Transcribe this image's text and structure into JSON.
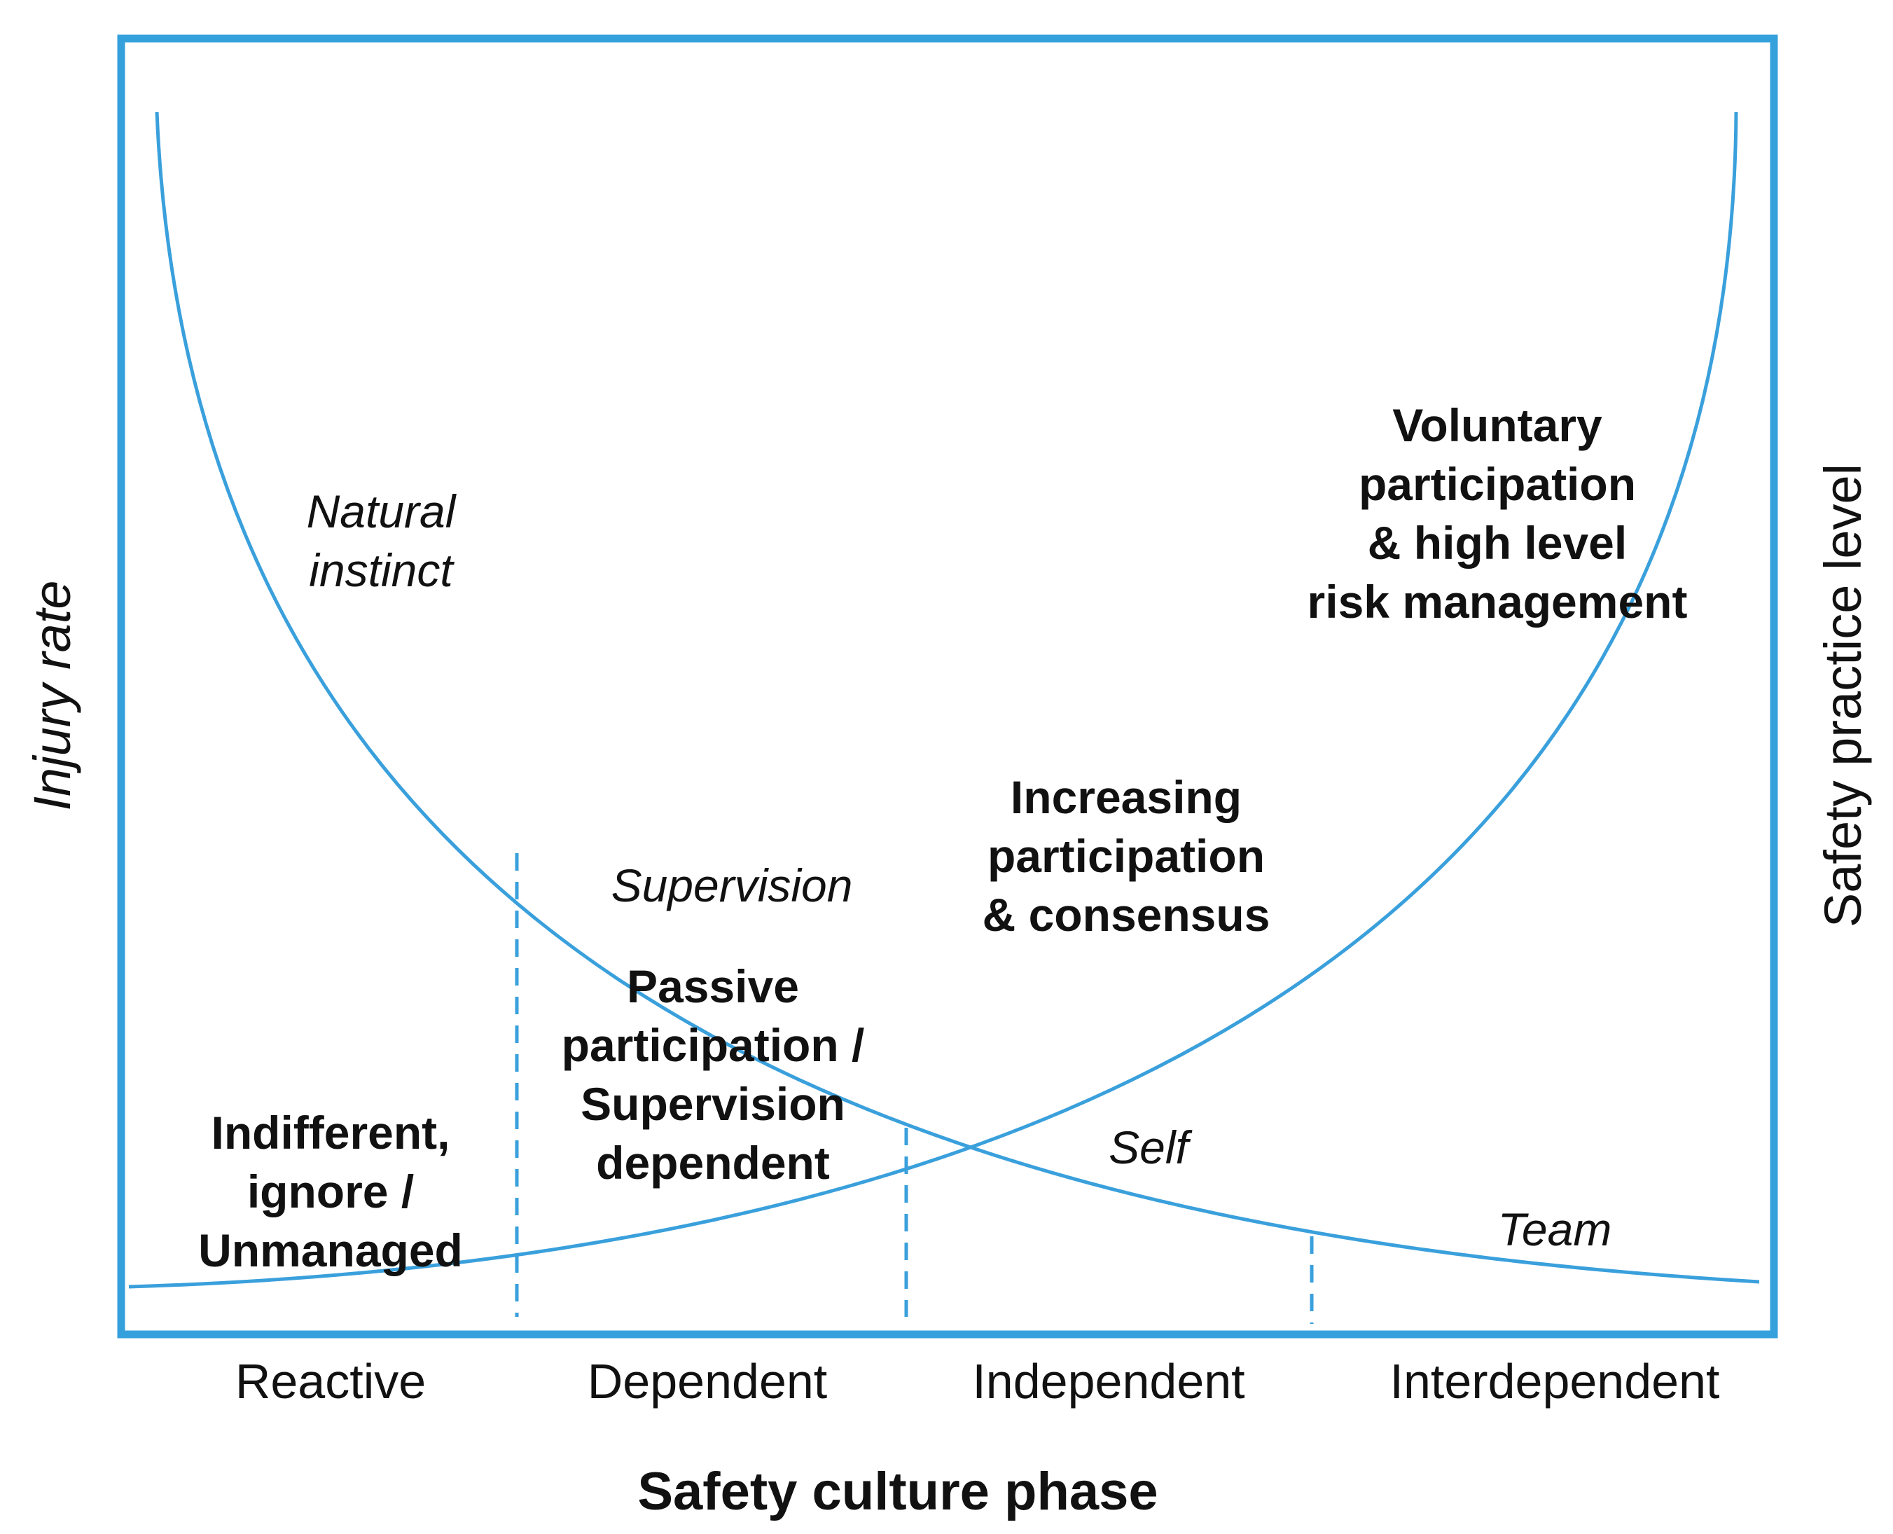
{
  "colors": {
    "frame": "#34a0dc",
    "curve": "#3aa0dc",
    "text": "#111111",
    "background": "#ffffff"
  },
  "axes": {
    "x_label": "Safety culture phase",
    "y_left_label": "Injury rate",
    "y_right_label": "Safety practice level"
  },
  "phases": [
    {
      "name": "Reactive",
      "description": [
        "Indifferent,",
        "ignore /",
        "Unmanaged"
      ]
    },
    {
      "name": "Dependent",
      "description": [
        "Passive",
        "participation /",
        "Supervision",
        "dependent"
      ]
    },
    {
      "name": "Independent",
      "description": [
        "Increasing",
        "participation",
        "& consensus"
      ]
    },
    {
      "name": "Interdependent",
      "description": [
        "Voluntary",
        "participation",
        "& high level",
        "risk management"
      ]
    }
  ],
  "injury_curve_labels": [
    "Natural instinct",
    "Supervision",
    "Self",
    "Team"
  ],
  "natural_instinct_lines": [
    "Natural",
    "instinct"
  ]
}
